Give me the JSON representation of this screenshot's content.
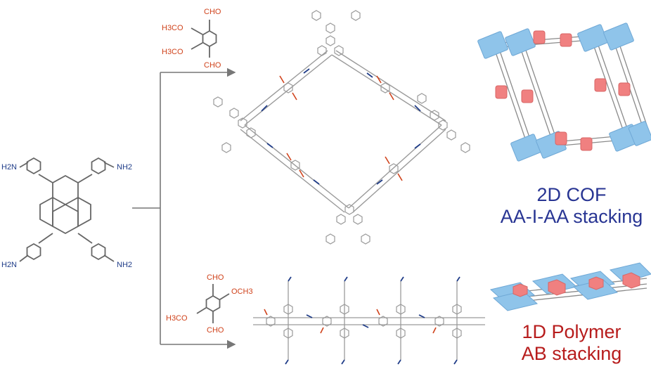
{
  "amine_monomer": {
    "groups": [
      "H2N",
      "NH2",
      "H2N",
      "NH2"
    ]
  },
  "aldehyde_top": {
    "substituents": [
      "CHO",
      "H3CO",
      "H3CO",
      "CHO"
    ]
  },
  "aldehyde_bottom": {
    "substituents": [
      "CHO",
      "OCH3",
      "H3CO",
      "CHO"
    ]
  },
  "cof_product": {
    "line1": "2D COF",
    "line2": "AA-I-AA stacking"
  },
  "polymer_product": {
    "line1": "1D Polymer",
    "line2": "AB stacking"
  },
  "colors": {
    "amine": "#1f3c88",
    "aldehyde": "#d0431c",
    "cof_text": "#283593",
    "polymer_text": "#b71c1c",
    "pyrene_block": "#8fc4ea",
    "linker_block": "#f08080"
  }
}
